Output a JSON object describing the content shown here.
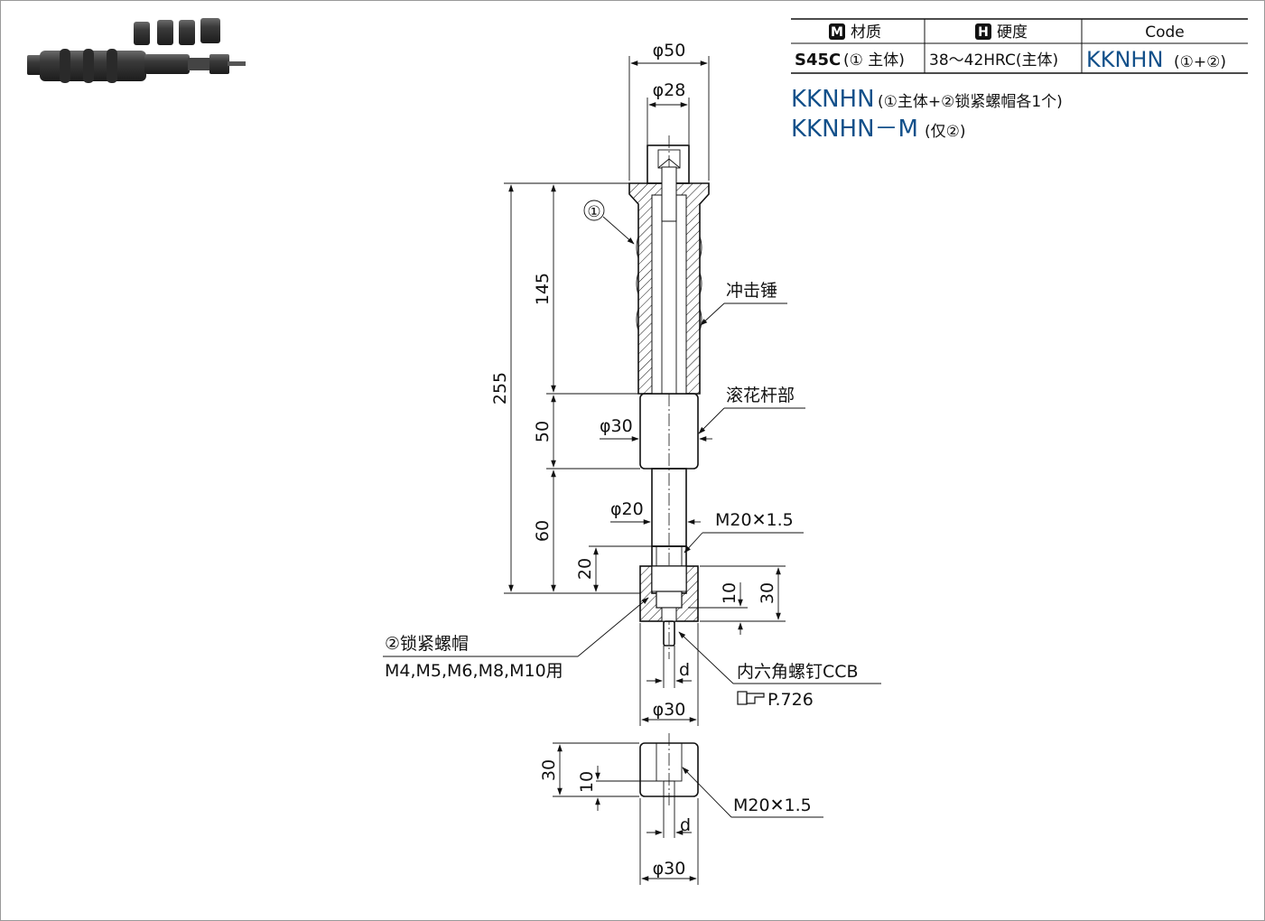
{
  "spec_table": {
    "material_header": "材质",
    "material_icon": "M",
    "hardness_header": "硬度",
    "hardness_icon": "H",
    "code_header": "Code",
    "material_bold": "S45C",
    "material_note": "(① 主体)",
    "hardness_value": "38～42HRC(主体)",
    "code_value": "KKNHN",
    "code_note": "(①+②)"
  },
  "codes": [
    {
      "code": "KKNHN",
      "note": "(①主体+②锁紧螺帽各1个)"
    },
    {
      "code": "KKNHN－M",
      "note": "(仅②)"
    }
  ],
  "dimensions": {
    "d50": "φ50",
    "d28": "φ28",
    "d30_knurl": "φ30",
    "d20": "φ20",
    "d30_nut": "φ30",
    "d30_nut2": "φ30",
    "l255": "255",
    "l145": "145",
    "l50": "50",
    "l60": "60",
    "l20": "20",
    "n10": "10",
    "n30": "30",
    "n10b": "10",
    "n30b": "30",
    "d_1": "d",
    "d_2": "d"
  },
  "labels": {
    "part1": "①",
    "hammer": "冲击锤",
    "knurl": "滚花杆部",
    "thread1": "M20✕1.5",
    "nut_title": "②锁紧螺帽",
    "nut_sizes": "M4,M5,M6,M8,M10用",
    "screw": "内六角螺钉CCB",
    "page_ref": "P.726",
    "thread2": "M20✕1.5"
  },
  "icons": [
    "material-badge-icon",
    "hardness-badge-icon",
    "pointing-hand-icon"
  ],
  "colors": {
    "code_blue": "#12508a",
    "line": "#111111"
  }
}
